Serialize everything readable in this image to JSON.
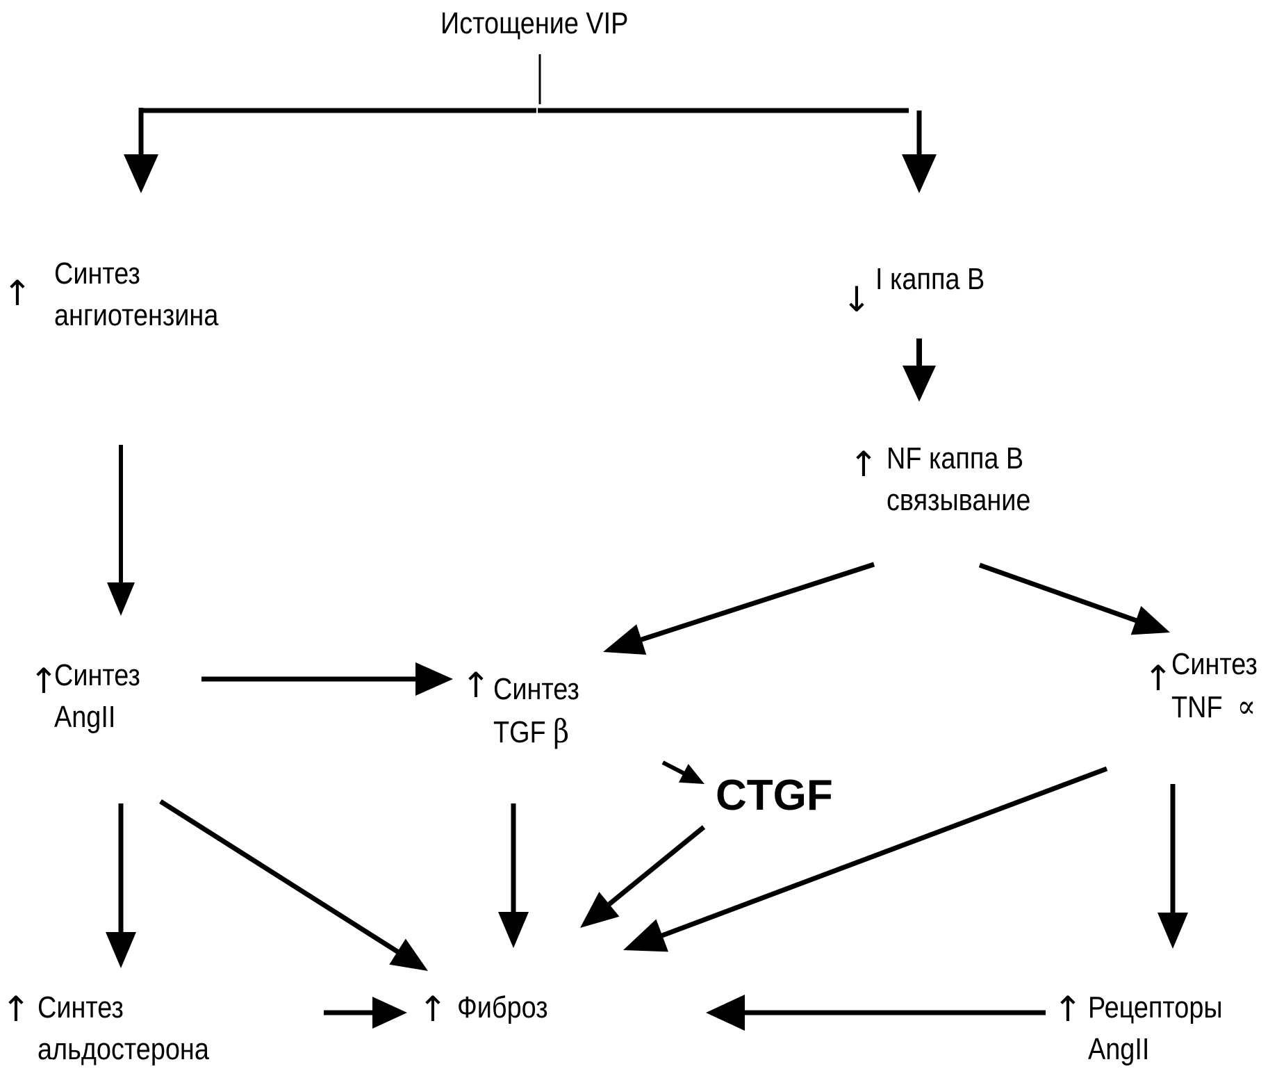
{
  "root": {
    "text": "Истощение VIP"
  },
  "nodes": {
    "angiotensin_synthesis": {
      "indicator": "↑",
      "line1": "Синтез",
      "line2": "ангиотензина"
    },
    "ikappab": {
      "indicator": "↓",
      "text": "I каппа B"
    },
    "nfkappab": {
      "indicator": "↑",
      "line1": "NF каппа B",
      "line2": "связывание"
    },
    "angii_synthesis": {
      "indicator": "↑",
      "line1": "Синтез",
      "line2": "AngII"
    },
    "tgf_synthesis": {
      "indicator": "↑",
      "line1": "Синтез",
      "line2": "TGF",
      "greek": "β"
    },
    "tnf_synthesis": {
      "indicator": "↑",
      "line1": "Синтез",
      "line2": "TNF",
      "greek": "∝"
    },
    "ctgf": {
      "text": "CTGF"
    },
    "aldosterone_synthesis": {
      "indicator": "↑",
      "line1": "Синтез",
      "line2": "альдостерона"
    },
    "fibrosis": {
      "indicator": "↑",
      "text": "Фиброз"
    },
    "angii_receptors": {
      "indicator": "↑",
      "line1": "Рецепторы",
      "line2": "AngII"
    }
  },
  "edges": [
    {
      "from": "Истощение VIP",
      "to": "Синтез ангиотензина"
    },
    {
      "from": "Истощение VIP",
      "to": "I каппа B"
    },
    {
      "from": "Синтез ангиотензина",
      "to": "Синтез AngII"
    },
    {
      "from": "I каппа B",
      "to": "NF каппа B связывание"
    },
    {
      "from": "NF каппа B связывание",
      "to": "Синтез TGF β"
    },
    {
      "from": "NF каппа B связывание",
      "to": "Синтез TNF ∝"
    },
    {
      "from": "Синтез AngII",
      "to": "Синтез TGF β"
    },
    {
      "from": "Синтез TGF β",
      "to": "CTGF"
    },
    {
      "from": "Синтез AngII",
      "to": "Синтез альдостерона"
    },
    {
      "from": "Синтез AngII",
      "to": "Фиброз"
    },
    {
      "from": "Синтез TGF β",
      "to": "Фиброз"
    },
    {
      "from": "CTGF",
      "to": "Фиброз"
    },
    {
      "from": "Синтез TNF ∝",
      "to": "Фиброз"
    },
    {
      "from": "Синтез TNF ∝",
      "to": "Рецепторы AngII"
    },
    {
      "from": "Синтез альдостерона",
      "to": "Фиброз"
    },
    {
      "from": "Рецепторы AngII",
      "to": "Фиброз"
    }
  ]
}
